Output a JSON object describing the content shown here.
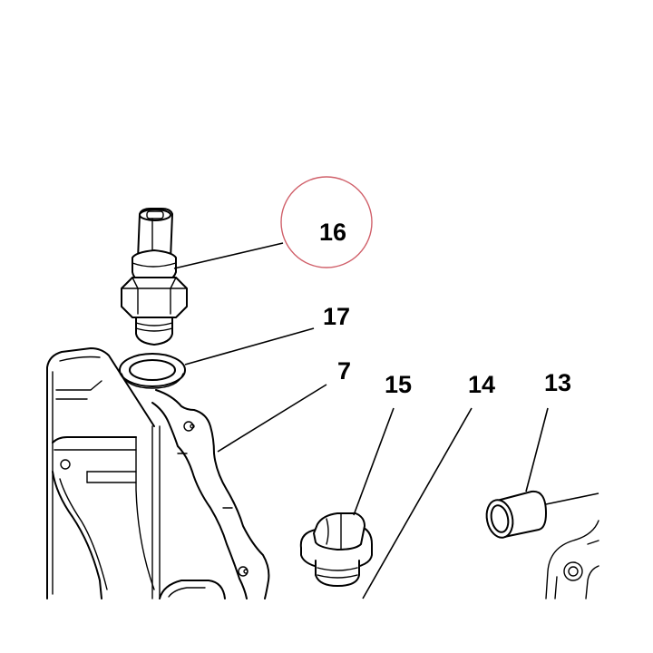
{
  "labels": {
    "p16": "16",
    "p17": "17",
    "p7": "7",
    "p15": "15",
    "p14": "14",
    "p13": "13"
  },
  "highlight": {
    "target": "16",
    "color": "#d0606a"
  }
}
